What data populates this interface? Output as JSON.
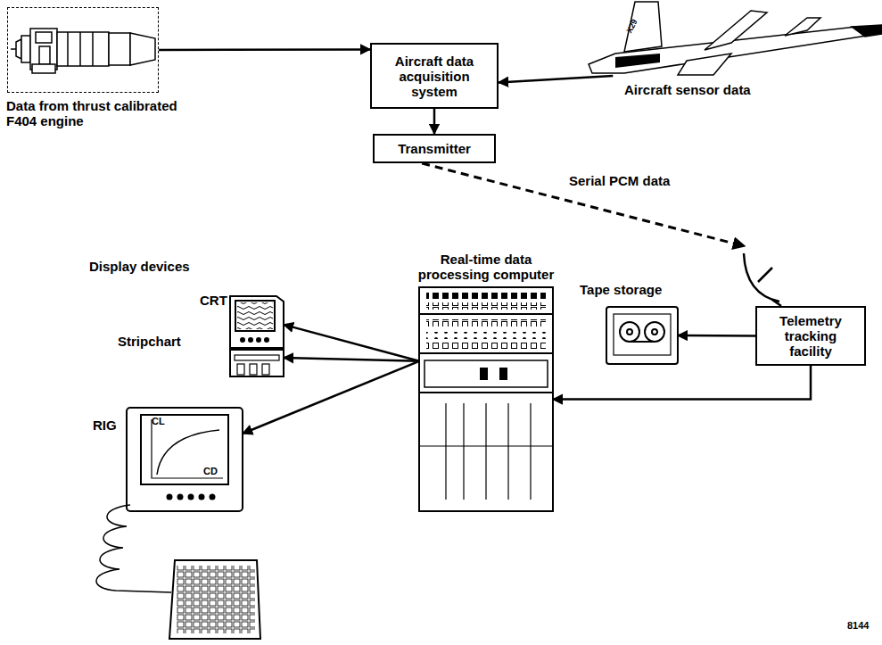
{
  "diagram": {
    "nodes": [
      {
        "text": [
          "Data from thrust calibrated F404 engine"
        ]
      },
      {
        "text": [
          "Aircraft data acquisition system"
        ]
      },
      {
        "text": [
          "X29"
        ]
      },
      {
        "text": [
          "Transmitter"
        ]
      },
      {
        "text": [
          "Telemetry tracking facility"
        ]
      },
      {
        "text": [
          "Tape storage"
        ]
      },
      {
        "text": [
          "Real-time data processing computer"
        ]
      },
      {
        "text": [
          "CRT"
        ]
      },
      {
        "text": [
          "Stripchart"
        ]
      },
      {
        "text": [
          "RIG"
        ]
      }
    ],
    "edges": [
      {
        "from": 0,
        "to": 1,
        "arrow": "to"
      },
      {
        "from": 2,
        "to": 1,
        "label": "Aircraft sensor data",
        "arrow": "to"
      },
      {
        "from": 1,
        "to": 3,
        "arrow": "to"
      },
      {
        "from": 3,
        "to": 4,
        "label": "Serial PCM data",
        "arrow": "to"
      },
      {
        "from": 4,
        "to": 5,
        "arrow": "to"
      },
      {
        "from": 4,
        "to": 6,
        "arrow": "to"
      },
      {
        "from": 6,
        "to": 7,
        "arrow": "to"
      },
      {
        "from": 6,
        "to": 8,
        "arrow": "to"
      },
      {
        "from": 6,
        "to": 9,
        "arrow": "to"
      }
    ],
    "labels": [
      "Display devices",
      "CL",
      "CD",
      "8144"
    ]
  }
}
